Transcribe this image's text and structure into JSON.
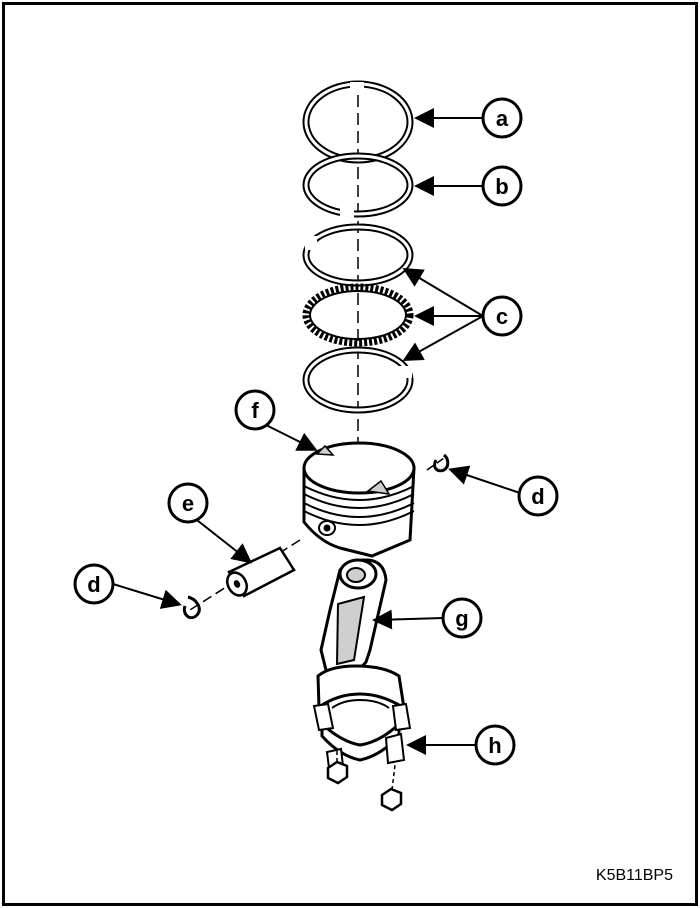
{
  "labels": {
    "a": "a",
    "b": "b",
    "c": "c",
    "d_right": "d",
    "d_left": "d",
    "e": "e",
    "f": "f",
    "g": "g",
    "h": "h"
  },
  "figure_code": "K5B11BP5",
  "colors": {
    "ink": "#000000",
    "paper": "#ffffff",
    "shade": "#cfcfcf",
    "shade_dark": "#8f8f8f"
  }
}
